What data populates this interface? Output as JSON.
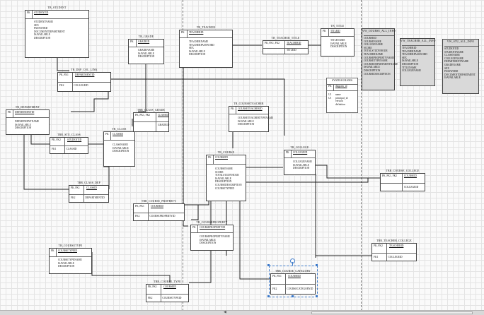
{
  "entities": {
    "tb_student": {
      "title": "TB_STUDENT",
      "pk": "STUDENTID",
      "fields": [
        "STUDENTNAME",
        "SEX",
        "PASSWORD",
        "DOCUMENTDEPARTMENT",
        "ISAVAILABLE",
        "DESCRIPTION"
      ]
    },
    "tb_grade": {
      "title": "TB_GRADE",
      "pk": "GRADEID",
      "fields": [
        "GRADENAME",
        "ISAVAILABLE",
        "DESCRIPTION"
      ]
    },
    "tb_teacher": {
      "title": "TB_TEACHER",
      "pk": "TEACHERID",
      "fields": [
        "TEACHERNAME",
        "TEACHERPASSWORD",
        "SEX",
        "ISAVAILABLE",
        "DESCRIPTION"
      ]
    },
    "tb_teacher_title": {
      "title": "TB_TEACHER_TITLE",
      "pk_label": "PK, FK1, FK2",
      "pk": "TEACHERID",
      "fk": "TITLEID"
    },
    "tb_title": {
      "title": "TB_TITLE",
      "pk": "TITLEID",
      "fields": [
        "TITLENAME",
        "ISAVAILABLE",
        "DESCRIPTION"
      ]
    },
    "tb_dep_col_link": {
      "title": "TB_DEP_COL_LINK",
      "pk_label": "PK, FK1",
      "pk": "DEPARTMENTID",
      "fk_label": "FK2",
      "fk": "COLLEGEID"
    },
    "tb_department": {
      "title": "TB_DEPARTMENT",
      "pk": "DEPARTMENTID",
      "fields": [
        "DEPARTMENTNAME",
        "ISAVAILABLE",
        "DESCRIPTION"
      ]
    },
    "tb_class_grade": {
      "title": "TBR_CLASS_GRADE",
      "pk_label": "PK, FK1, FK2",
      "pk": "CLASSID",
      "fk": "GRADEID"
    },
    "tb_courseteacher": {
      "title": "TB_COURSETEACHER",
      "pk": "COURSETEACHERID",
      "fields": [
        "COURSETEACHERTYPENAME",
        "ISAVAILABLE",
        "DESCRIPTION"
      ]
    },
    "tb_stu_class": {
      "title": "TBR_STU_CLASS",
      "pk_label": "PK, FK2",
      "pk": "STUDENTID",
      "fk_label": "FK1",
      "fk": "CLASSID"
    },
    "tb_class": {
      "title": "TB_CLASS",
      "pk": "CLASSID",
      "fields": [
        "CLASSNAME",
        "ISAVAILABLE",
        "DESCRIPTION"
      ]
    },
    "tb_course": {
      "title": "TB_COURSE",
      "pk": "COURSEID",
      "fields": [
        "COURSENAME",
        "SCORE",
        "TOTALSTUDYHOUR",
        "ISAVAILABLE",
        "DESCRIPTION",
        "COURSEDESCRIPTION",
        "COURSETYPEID"
      ]
    },
    "tb_college": {
      "title": "TB_COLLEGE",
      "pk": "COLLEGEID",
      "fields": [
        "COLLEGENAME",
        "ISAVAILABLE",
        "DESCRIPTION"
      ]
    },
    "tb_class_dep": {
      "title": "TBR_CLASS_DEP",
      "pk_label": "PK, FK1",
      "pk": "CLASSID",
      "fk_label": "FK2",
      "fk": "DEPARTMENTID"
    },
    "tb_course_property": {
      "title": "TBR_COURSE_PROPERTY",
      "pk_label": "PK, FK1",
      "pk": "COURSEID",
      "fk_label": "FK2",
      "fk": "COURSEPROPERTYID"
    },
    "tb_courseproperty": {
      "title": "TB_COURSEPROPERTY",
      "pk": "COURSEPROPERTYID",
      "fields": [
        "COURSEPROPERTYNAME",
        "ISAVAILABLE",
        "DESCRIPTION"
      ]
    },
    "tb_course_college": {
      "title": "TBR_COURSE_COLLEGE",
      "pk_label": "PK, FK1, FK2",
      "pk": "COURSEID",
      "fk": "COLLEGEID"
    },
    "tb_coursetype": {
      "title": "TB_COURSETYPE",
      "pk": "COURSETYPEID",
      "fields": [
        "COURSETYPENAME",
        "ISAVAILABLE",
        "DESCRIPTION"
      ]
    },
    "tb_course_type": {
      "title": "TBR_COURSE_TYPE",
      "pk_label": "PK, FK1",
      "pk": "COURSEID",
      "fk_label": "FK2",
      "fk": "COURSETYPEID"
    },
    "tb_course_category": {
      "title": "TBR_COURSE_CATEGORY",
      "pk_label": "PK, FK1",
      "pk": "COURSEID",
      "fk_label": "FK2",
      "fk": "COURSECATEGORYID"
    },
    "tb_teacher_college": {
      "title": "TBR_TEACHER_COLLEGE",
      "pk_label": "PK, FK2",
      "pk": "TEACHERID",
      "fk_label": "FK1",
      "fk": "COLLEGEID"
    }
  },
  "views": {
    "vw_course_all_info": {
      "title": "VW_COURSE_ALL_INFO",
      "fields": [
        "COURSEID",
        "COURSENAME",
        "COLLEGENAME",
        "SCORE",
        "TOTALSTUDYHOUR",
        "TEACHERNAME",
        "COURSEPROPERTYNAME",
        "COURSETYPENAME",
        "COURSEDEPARTMENTNAME",
        "ISAVAILABLE",
        "DESCRIPTION",
        "COURSEDESCRIPTION"
      ]
    },
    "vw_teacher_all_info": {
      "title": "VW_TEACHER_ALL_INFO",
      "fields": [
        "TEACHERID",
        "TEACHERNAME",
        "TEACHERPASSWORD",
        "SEX",
        "ISAVAILABLE",
        "DESCRIPTION",
        "TITLENAME",
        "COLLEGENAME"
      ]
    },
    "vw_stu_all_info": {
      "title": "VW_STU_ALL_INFO",
      "fields": [
        "STUDENTID",
        "STUDENTNAME",
        "CLASSNAME",
        "COLLEGENAME",
        "DEPARTMENTNAME",
        "GRADENAME",
        "SEX",
        "PASSWORD",
        "DOCUMENTDEPARTMENT",
        "ISAVAILABLE"
      ]
    }
  },
  "sysdiagrams": {
    "title": "SYSDIAGRAMS",
    "pk": "diagram_id",
    "labels": [
      "U1",
      "U1"
    ],
    "fields": [
      "name",
      "principal_id",
      "version",
      "definition"
    ]
  }
}
